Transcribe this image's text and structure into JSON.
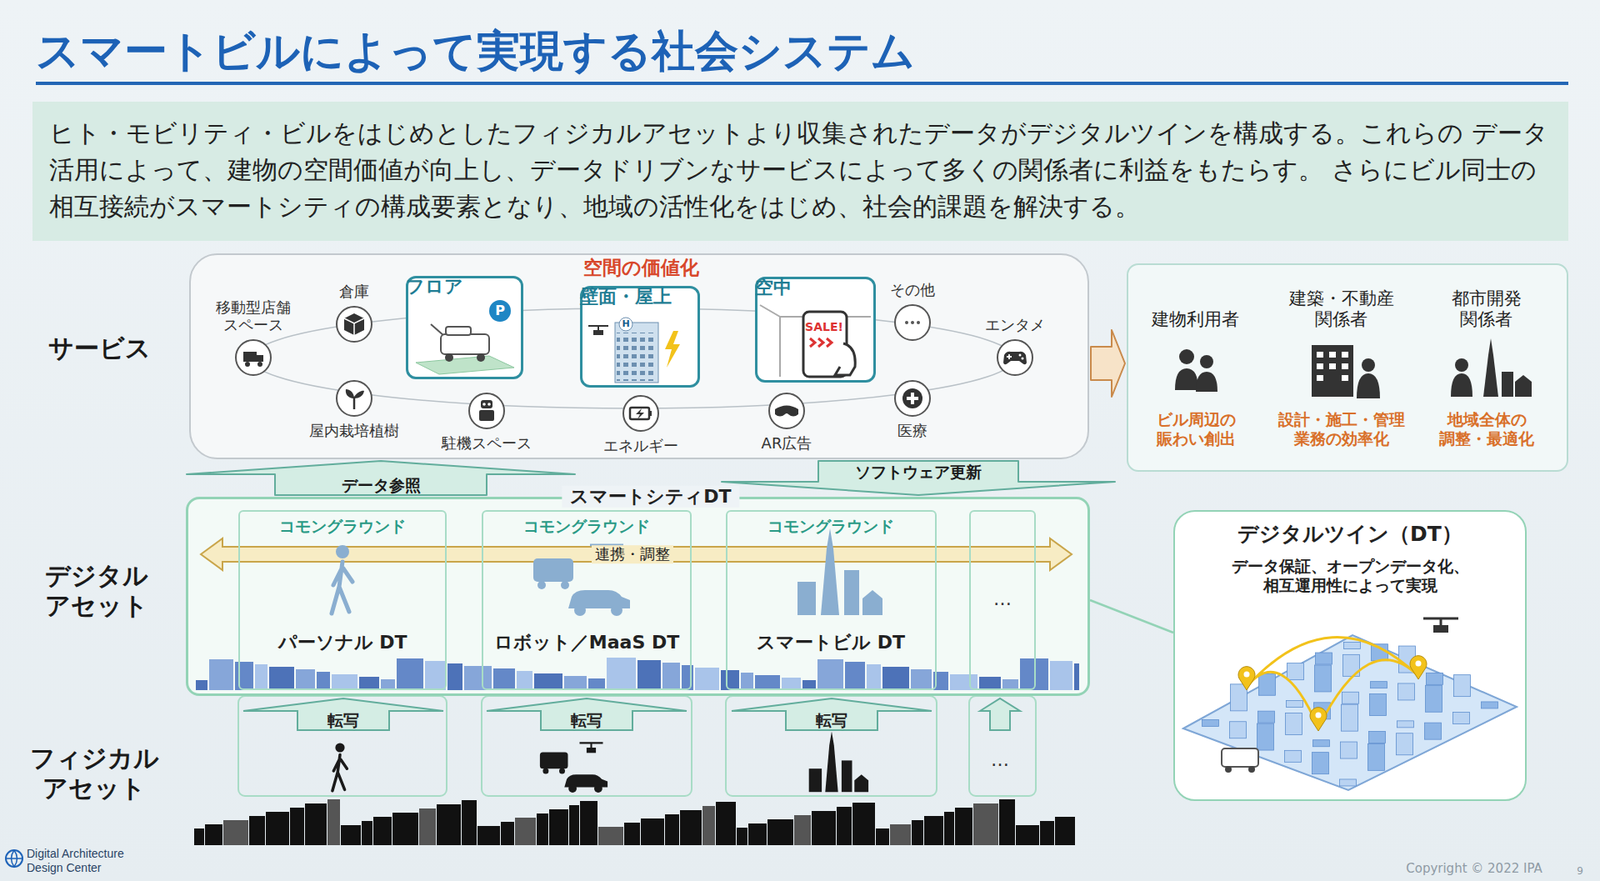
{
  "diagram": {
    "title": "スマートビルによって実現する社会システム",
    "nodes": [
      {
        "text": [
          "ヒト・モビリティ・ビルをはじめとしたフィジカルアセットより収集されたデータがデジタルツインを構成する。これらの データ活用によって、建物の空間価値が向上し、データドリブンなサービスによって多くの関係者に利益をもたらす。 さらにビル同士の相互接続がスマートシティの構成要素となり、地域の活性化をはじめ、社会的課題を解決する。"
        ]
      },
      {
        "text": [
          "空間の価値化"
        ]
      },
      {
        "text": [
          "移動型店舗 スペース"
        ],
        "in": 1
      },
      {
        "text": [
          "倉庫"
        ],
        "in": 1
      },
      {
        "text": [
          "屋内栽培植樹"
        ],
        "in": 1
      },
      {
        "text": [
          "駐機スペース"
        ],
        "in": 1
      },
      {
        "text": [
          "フロア"
        ],
        "in": 1
      },
      {
        "text": [
          "壁面・屋上"
        ],
        "in": 1
      },
      {
        "text": [
          "エネルギー"
        ],
        "in": 1
      },
      {
        "text": [
          "空中"
        ],
        "in": 1
      },
      {
        "text": [
          "AR広告"
        ],
        "in": 1
      },
      {
        "text": [
          "その他"
        ],
        "in": 1
      },
      {
        "text": [
          "医療"
        ],
        "in": 1
      },
      {
        "text": [
          "エンタメ"
        ],
        "in": 1
      },
      {
        "text": [
          "建物利用者",
          "ビル周辺の 賑わい創出",
          "建築・不動産 関係者",
          "設計・施工・管理 業務の効率化",
          "都市開発 関係者",
          "地域全体の 調整・最適化"
        ]
      },
      {
        "text": [
          "スマートシティDT"
        ]
      },
      {
        "text": [
          "コモングラウンド",
          "パーソナル DT"
        ],
        "in": 15
      },
      {
        "text": [
          "コモングラウンド",
          "ロボット／MaaS DT"
        ],
        "in": 15
      },
      {
        "text": [
          "コモングラウンド",
          "スマートビル DT"
        ],
        "in": 15
      },
      {
        "text": [
          "…"
        ],
        "in": 15
      },
      {
        "text": [
          "デジタルツイン（DT）",
          "データ保証、オープンデータ化、 相互運用性によって実現"
        ]
      }
    ],
    "edges": [
      {
        "from": 1,
        "to": 14,
        "arrow": "to"
      },
      {
        "from": 15,
        "to": 1,
        "label": "データ参照",
        "arrow": "to"
      },
      {
        "from": 1,
        "to": 15,
        "label": "ソフトウェア更新",
        "arrow": "to"
      },
      {
        "from": 15,
        "to": 20,
        "arrow": "none"
      }
    ],
    "labels": [
      "サービス",
      "デジタル アセット",
      "フィジカル アセット",
      "P",
      "H",
      "SALE!",
      "連携・調整",
      "転写",
      "転写",
      "転写",
      "…",
      "Digital Architecture Design Center",
      "Copyright ©  2022 IPA",
      "9"
    ]
  }
}
